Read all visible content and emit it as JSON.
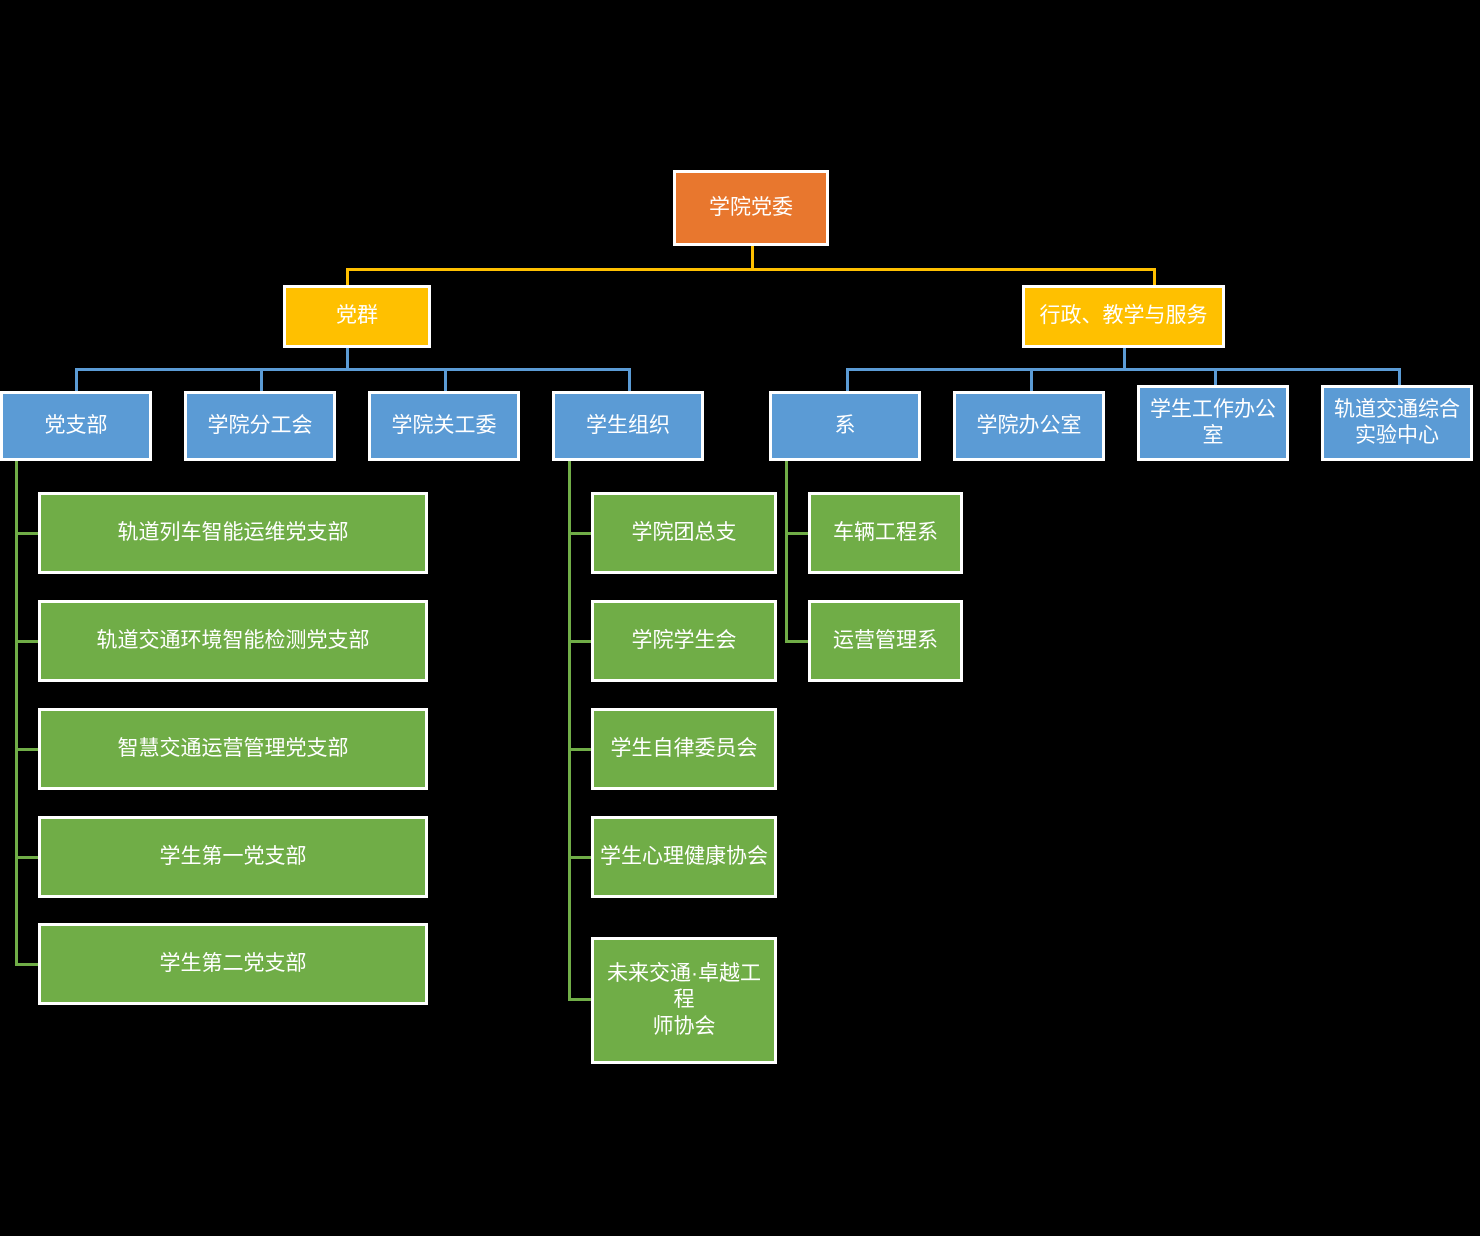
{
  "chart_data": {
    "type": "diagram",
    "diagram_kind": "organizational-chart",
    "title": "",
    "colors": {
      "background": "#000000",
      "root": "#E8772E",
      "level2": "#FFC000",
      "level3": "#5B9BD5",
      "level4": "#70AD47",
      "node_border": "#FFFFFF",
      "node_text": "#FFFFFF"
    },
    "nodes": [
      {
        "id": "root",
        "label": "学院党委",
        "level": 1,
        "parent": null,
        "color": "#E8772E"
      },
      {
        "id": "dangqun",
        "label": "党群",
        "level": 2,
        "parent": "root",
        "color": "#FFC000"
      },
      {
        "id": "xingzheng",
        "label": "行政、教学与服务",
        "level": 2,
        "parent": "root",
        "color": "#FFC000"
      },
      {
        "id": "dangzhibu",
        "label": "党支部",
        "level": 3,
        "parent": "dangqun",
        "color": "#5B9BD5"
      },
      {
        "id": "fengonghui",
        "label": "学院分工会",
        "level": 3,
        "parent": "dangqun",
        "color": "#5B9BD5"
      },
      {
        "id": "guangongwei",
        "label": "学院关工委",
        "level": 3,
        "parent": "dangqun",
        "color": "#5B9BD5"
      },
      {
        "id": "xueshengzuzhi",
        "label": "学生组织",
        "level": 3,
        "parent": "dangqun",
        "color": "#5B9BD5"
      },
      {
        "id": "xi",
        "label": "系",
        "level": 3,
        "parent": "xingzheng",
        "color": "#5B9BD5"
      },
      {
        "id": "bangongshi",
        "label": "学院办公室",
        "level": 3,
        "parent": "xingzheng",
        "color": "#5B9BD5"
      },
      {
        "id": "xueshenggongzuo",
        "label": "学生工作办公\n室",
        "level": 3,
        "parent": "xingzheng",
        "color": "#5B9BD5"
      },
      {
        "id": "shiyanzhongxin",
        "label": "轨道交通综合\n实验中心",
        "level": 3,
        "parent": "xingzheng",
        "color": "#5B9BD5"
      },
      {
        "id": "zb1",
        "label": "轨道列车智能运维党支部",
        "level": 4,
        "parent": "dangzhibu",
        "color": "#70AD47"
      },
      {
        "id": "zb2",
        "label": "轨道交通环境智能检测党支部",
        "level": 4,
        "parent": "dangzhibu",
        "color": "#70AD47"
      },
      {
        "id": "zb3",
        "label": "智慧交通运营管理党支部",
        "level": 4,
        "parent": "dangzhibu",
        "color": "#70AD47"
      },
      {
        "id": "zb4",
        "label": "学生第一党支部",
        "level": 4,
        "parent": "dangzhibu",
        "color": "#70AD47"
      },
      {
        "id": "zb5",
        "label": "学生第二党支部",
        "level": 4,
        "parent": "dangzhibu",
        "color": "#70AD47"
      },
      {
        "id": "so1",
        "label": "学院团总支",
        "level": 4,
        "parent": "xueshengzuzhi",
        "color": "#70AD47"
      },
      {
        "id": "so2",
        "label": "学院学生会",
        "level": 4,
        "parent": "xueshengzuzhi",
        "color": "#70AD47"
      },
      {
        "id": "so3",
        "label": "学生自律委员会",
        "level": 4,
        "parent": "xueshengzuzhi",
        "color": "#70AD47"
      },
      {
        "id": "so4",
        "label": "学生心理健康协会",
        "level": 4,
        "parent": "xueshengzuzhi",
        "color": "#70AD47"
      },
      {
        "id": "so5",
        "label": "未来交通·卓越工程\n师协会",
        "level": 4,
        "parent": "xueshengzuzhi",
        "color": "#70AD47"
      },
      {
        "id": "dep1",
        "label": "车辆工程系",
        "level": 4,
        "parent": "xi",
        "color": "#70AD47"
      },
      {
        "id": "dep2",
        "label": "运营管理系",
        "level": 4,
        "parent": "xi",
        "color": "#70AD47"
      }
    ]
  },
  "chart": {
    "root": {
      "label": "学院党委"
    },
    "level2": {
      "dangqun": {
        "label": "党群"
      },
      "xingzheng": {
        "label": "行政、教学与服务"
      }
    },
    "level3": {
      "dangzhibu": {
        "label": "党支部"
      },
      "fengonghui": {
        "label": "学院分工会"
      },
      "guangongwei": {
        "label": "学院关工委"
      },
      "xueshengzuzhi": {
        "label": "学生组织"
      },
      "xi": {
        "label": "系"
      },
      "bangongshi": {
        "label": "学院办公室"
      },
      "xueshenggongzuo": {
        "label": "学生工作办公\n室"
      },
      "shiyanzhongxin": {
        "label": "轨道交通综合\n实验中心"
      }
    },
    "branches": [
      {
        "label": "轨道列车智能运维党支部"
      },
      {
        "label": "轨道交通环境智能检测党支部"
      },
      {
        "label": "智慧交通运营管理党支部"
      },
      {
        "label": "学生第一党支部"
      },
      {
        "label": "学生第二党支部"
      }
    ],
    "student_orgs": [
      {
        "label": "学院团总支"
      },
      {
        "label": "学院学生会"
      },
      {
        "label": "学生自律委员会"
      },
      {
        "label": "学生心理健康协会"
      },
      {
        "label": "未来交通·卓越工程\n师协会"
      }
    ],
    "departments": [
      {
        "label": "车辆工程系"
      },
      {
        "label": "运营管理系"
      }
    ]
  }
}
